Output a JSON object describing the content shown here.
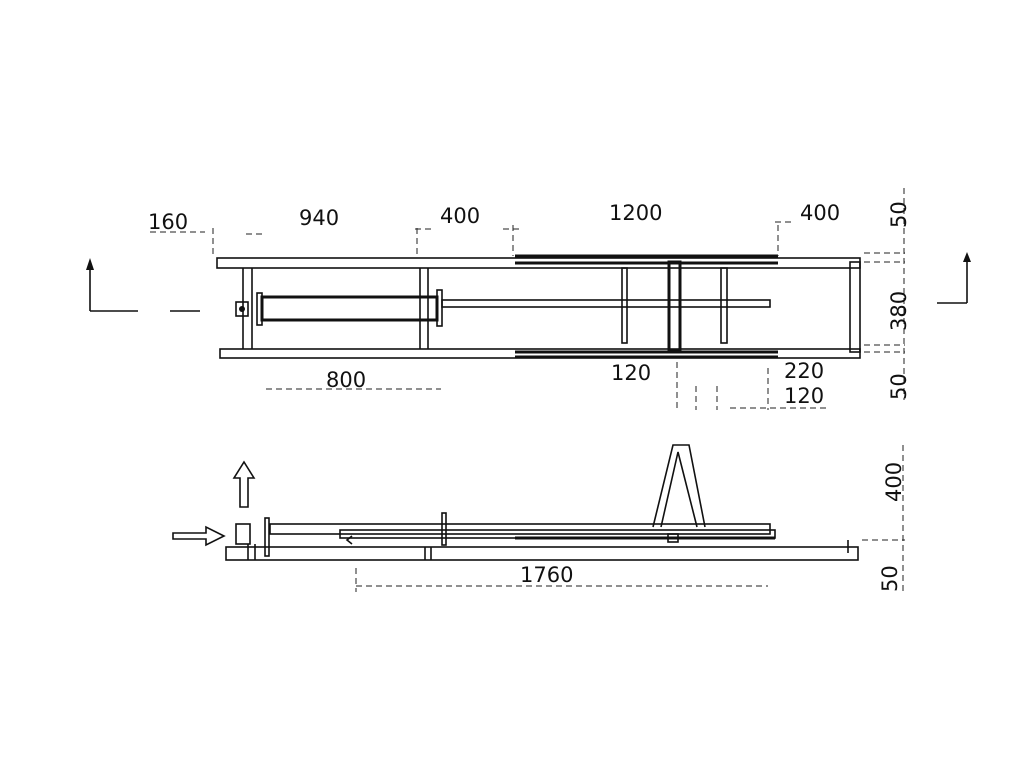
{
  "drawing": {
    "plan_view": {
      "dimensions": {
        "d160": "160",
        "d940": "940",
        "d400_left": "400",
        "d1200": "1200",
        "d400_right": "400",
        "d50_top": "50",
        "d380": "380",
        "d50_bottom": "50",
        "d800": "800",
        "d120_a": "120",
        "d220": "220",
        "d120_b": "120"
      }
    },
    "side_view": {
      "dimensions": {
        "d400": "400",
        "d1760": "1760",
        "d50": "50"
      }
    }
  }
}
